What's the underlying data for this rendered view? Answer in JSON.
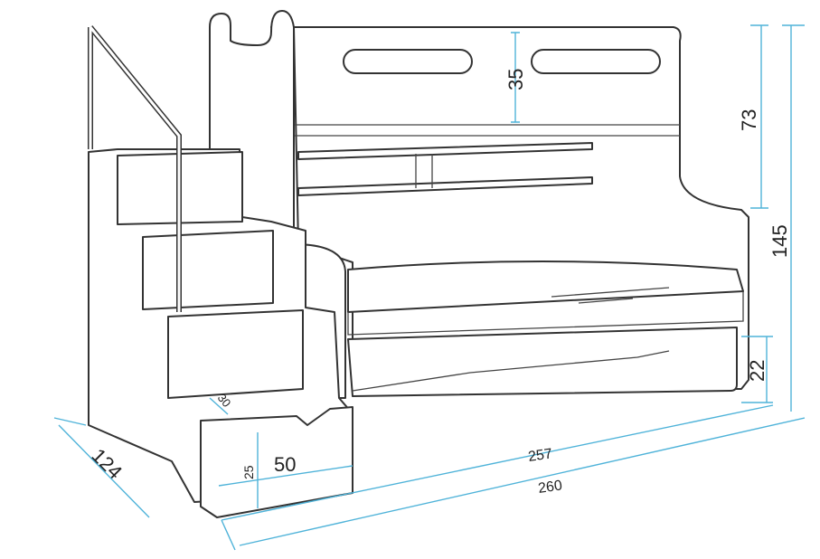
{
  "title": "Bunk bed dimensions diagram (cm)",
  "dimensions": {
    "headboard_slot_height": "35",
    "upper_rail_height": "73",
    "total_height": "145",
    "trundle_height": "22",
    "bed_length_inner": "257",
    "total_length": "260",
    "depth": "124",
    "step_depth": "30",
    "drawer_height": "25",
    "drawer_width": "50"
  },
  "colors": {
    "dimension_line": "#4fb3d9",
    "outline": "#333333"
  }
}
